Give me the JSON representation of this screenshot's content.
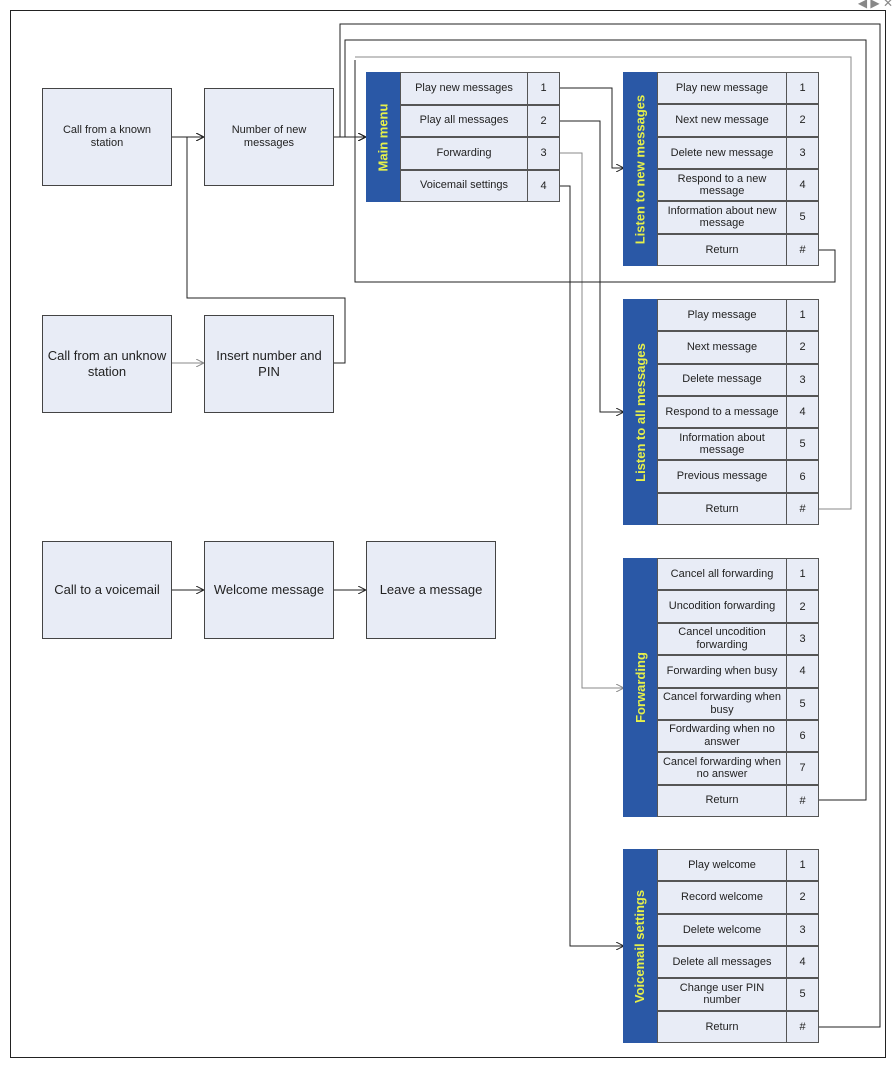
{
  "start_boxes": {
    "known_station": "Call from a known station",
    "new_messages_count": "Number of new messages",
    "unknown_station": "Call from an unknow station",
    "insert_pin": "Insert number and PIN",
    "call_voicemail": "Call to a voicemail",
    "welcome_message": "Welcome message",
    "leave_message": "Leave a message"
  },
  "main_menu": {
    "title": "Main menu",
    "items": [
      {
        "label": "Play new messages",
        "key": "1"
      },
      {
        "label": "Play all messages",
        "key": "2"
      },
      {
        "label": "Forwarding",
        "key": "3"
      },
      {
        "label": "Voicemail settings",
        "key": "4"
      }
    ]
  },
  "listen_new": {
    "title": "Listen to new messages",
    "items": [
      {
        "label": "Play new message",
        "key": "1"
      },
      {
        "label": "Next new message",
        "key": "2"
      },
      {
        "label": "Delete new message",
        "key": "3"
      },
      {
        "label": "Respond to a new message",
        "key": "4"
      },
      {
        "label": "Information about new message",
        "key": "5"
      },
      {
        "label": "Return",
        "key": "#"
      }
    ]
  },
  "listen_all": {
    "title": "Listen to all messages",
    "items": [
      {
        "label": "Play message",
        "key": "1"
      },
      {
        "label": "Next message",
        "key": "2"
      },
      {
        "label": "Delete message",
        "key": "3"
      },
      {
        "label": "Respond to a message",
        "key": "4"
      },
      {
        "label": "Information about message",
        "key": "5"
      },
      {
        "label": "Previous message",
        "key": "6"
      },
      {
        "label": "Return",
        "key": "#"
      }
    ]
  },
  "forwarding": {
    "title": "Forwarding",
    "items": [
      {
        "label": "Cancel all forwarding",
        "key": "1"
      },
      {
        "label": "Uncodition forwarding",
        "key": "2"
      },
      {
        "label": "Cancel uncodition forwarding",
        "key": "3"
      },
      {
        "label": "Forwarding when busy",
        "key": "4"
      },
      {
        "label": "Cancel forwarding when busy",
        "key": "5"
      },
      {
        "label": "Fordwarding when no answer",
        "key": "6"
      },
      {
        "label": "Cancel forwarding when no answer",
        "key": "7"
      },
      {
        "label": "Return",
        "key": "#"
      }
    ]
  },
  "voicemail_settings": {
    "title": "Voicemail settings",
    "items": [
      {
        "label": "Play welcome",
        "key": "1"
      },
      {
        "label": "Record welcome",
        "key": "2"
      },
      {
        "label": "Delete welcome",
        "key": "3"
      },
      {
        "label": "Delete all messages",
        "key": "4"
      },
      {
        "label": "Change user PIN number",
        "key": "5"
      },
      {
        "label": "Return",
        "key": "#"
      }
    ]
  },
  "colors": {
    "header_bg": "#2a58a6",
    "header_text": "#e6f04a",
    "box_fill": "#e8ecf6",
    "line_dark": "#222222",
    "line_light": "#9a9a9a"
  }
}
